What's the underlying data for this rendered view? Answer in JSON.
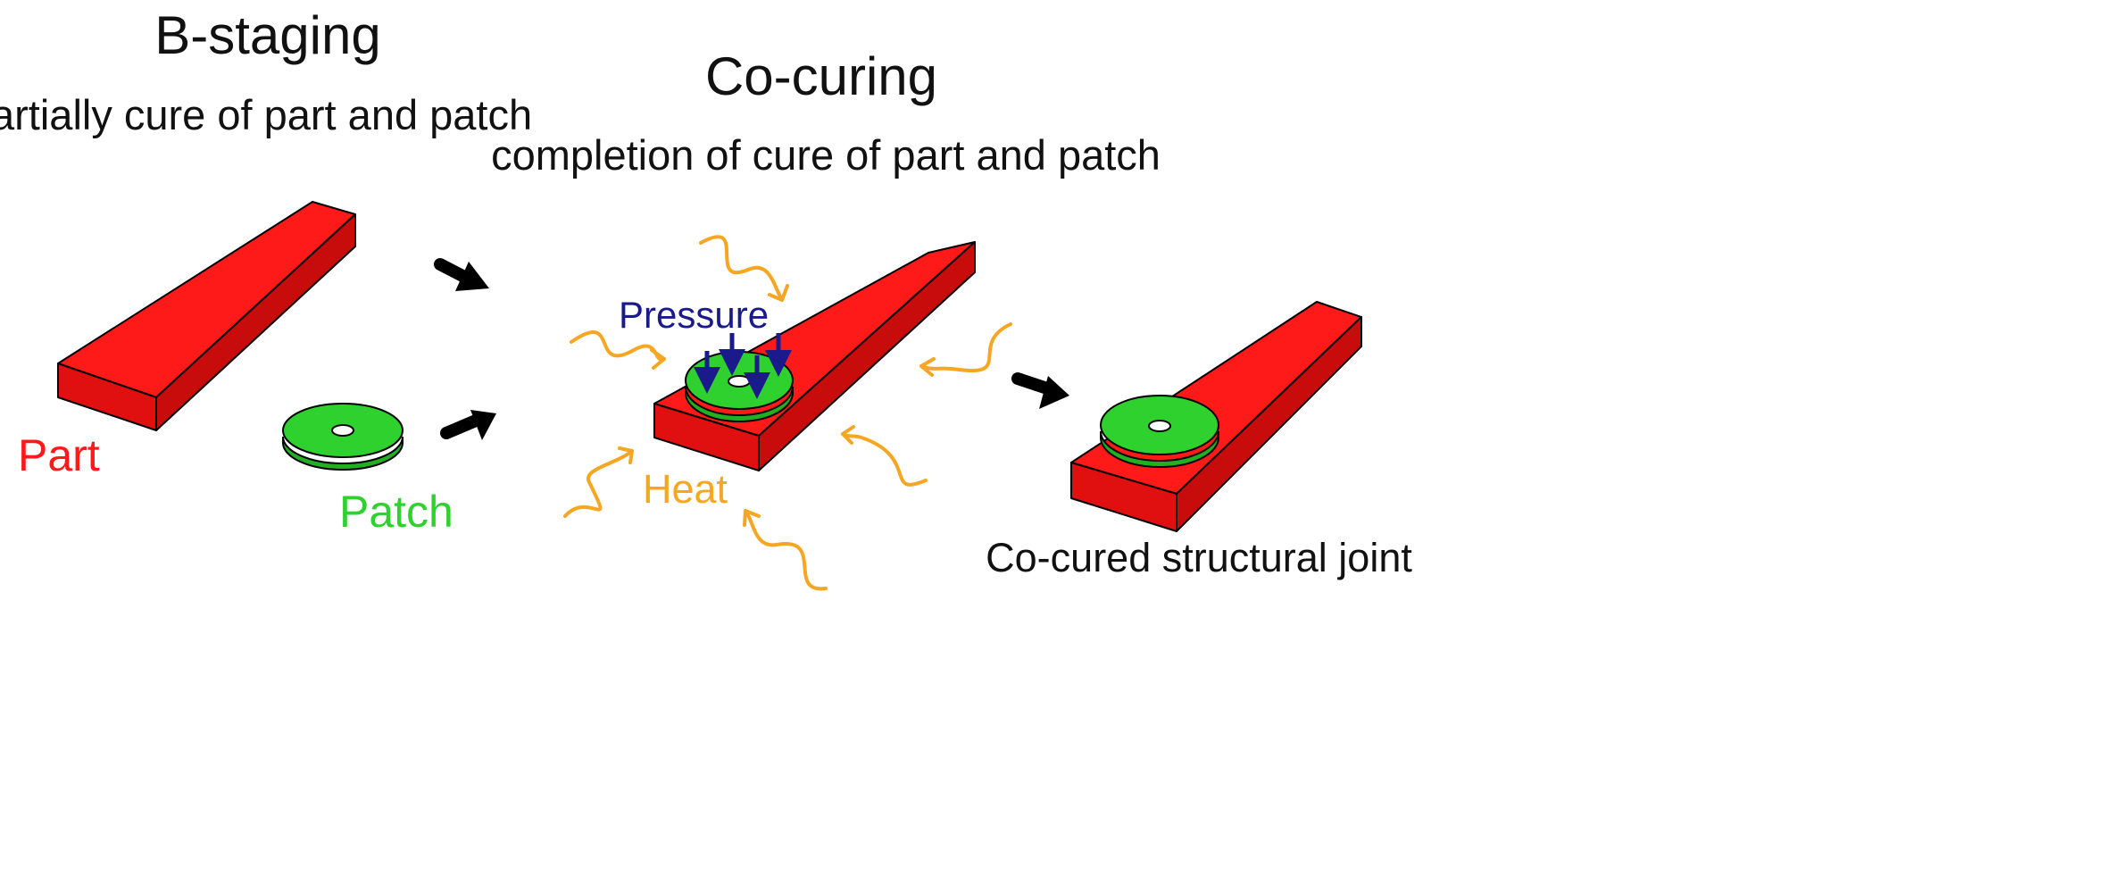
{
  "stage_one": {
    "title": "B-staging",
    "subtitle": "partially cure of part and patch",
    "part_label": "Part",
    "patch_label": "Patch"
  },
  "stage_two": {
    "title": "Co-curing",
    "subtitle": "completion of cure of part and patch",
    "pressure_label": "Pressure",
    "heat_label": "Heat"
  },
  "stage_three": {
    "caption": "Co-cured structural joint"
  },
  "colors": {
    "part": "#ff1a1a",
    "patch": "#2fd12f",
    "pressure": "#1a1a8c",
    "heat": "#f5a623",
    "arrow": "#000000",
    "text": "#111111"
  }
}
